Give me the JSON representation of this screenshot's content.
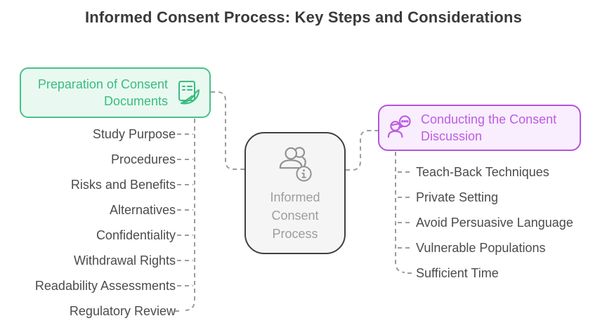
{
  "title": "Informed Consent Process: Key Steps and Considerations",
  "center_node": {
    "label": "Informed Consent Process",
    "icon": "people-info-icon"
  },
  "left_branch": {
    "title": "Preparation of Consent Documents",
    "icon": "document-quill-icon",
    "items": [
      "Study Purpose",
      "Procedures",
      "Risks and Benefits",
      "Alternatives",
      "Confidentiality",
      "Withdrawal Rights",
      "Readability Assessments",
      "Regulatory Review"
    ]
  },
  "right_branch": {
    "title": "Conducting the Consent Discussion",
    "icon": "person-chat-icon",
    "items": [
      "Teach-Back Techniques",
      "Private Setting",
      "Avoid Persuasive Language",
      "Vulnerable Populations",
      "Sufficient Time"
    ]
  },
  "colors": {
    "connector": "#9c9c9c",
    "title_text": "#3a3a3a",
    "item_text": "#4b4b4b",
    "green_accent": "#3abc80",
    "green_border": "#46c28a",
    "green_background": "#e9f9f1",
    "purple_accent": "#bd5ce3",
    "purple_border": "#b751e0",
    "purple_background": "#f9eefd",
    "center_border": "#404040",
    "center_background": "#f5f5f5",
    "center_text": "#9d9d9d"
  }
}
